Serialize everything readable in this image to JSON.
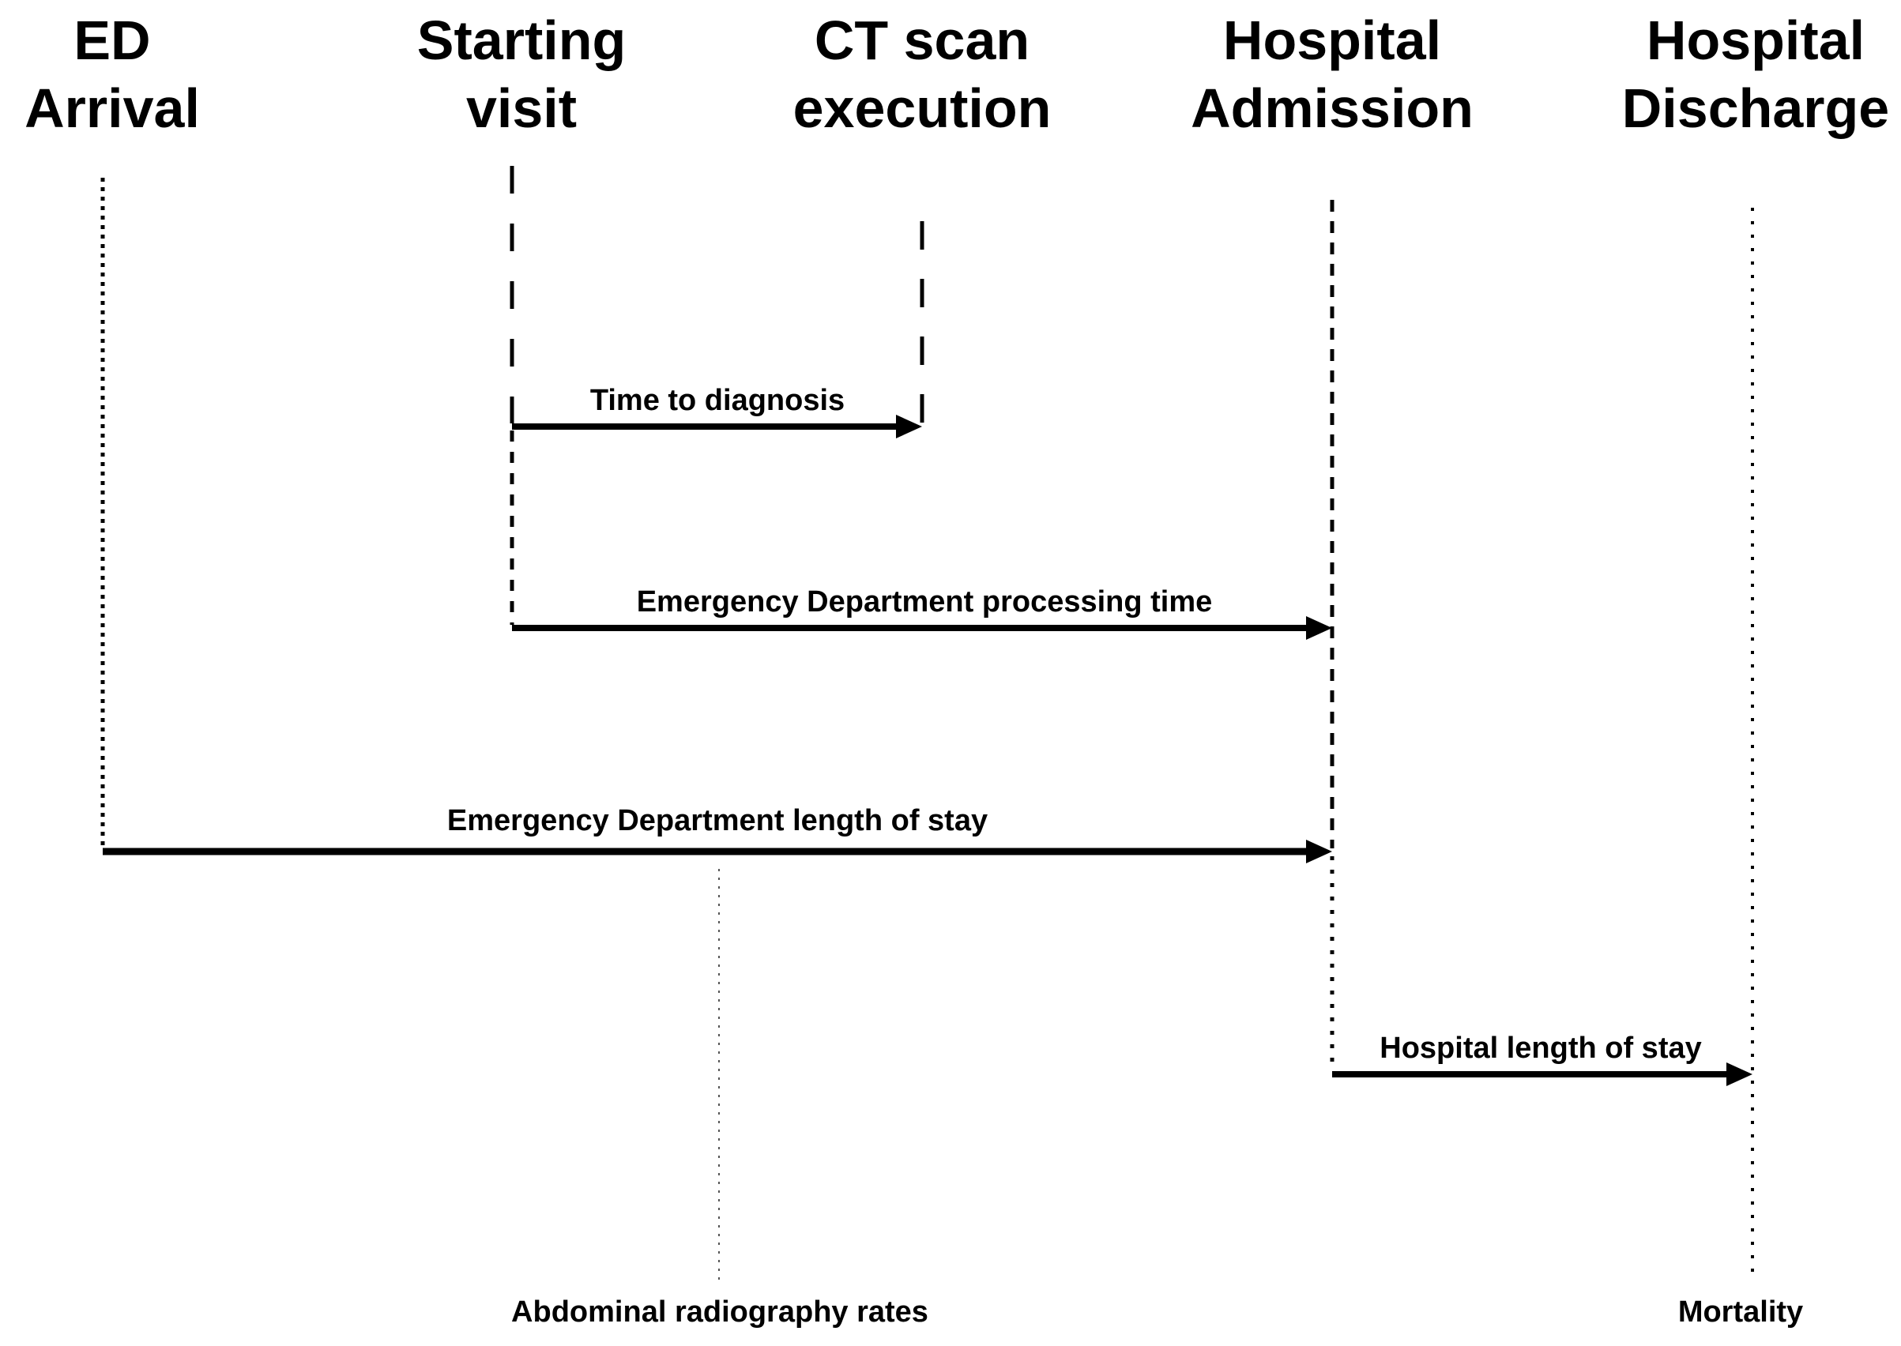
{
  "diagram": {
    "colors": {
      "ink": "#000000",
      "background": "#ffffff",
      "outcome_marker_line": "#555555"
    },
    "events": [
      {
        "id": "ed-arrival",
        "line1": "ED",
        "line2": "Arrival"
      },
      {
        "id": "starting-visit",
        "line1": "Starting",
        "line2": "visit"
      },
      {
        "id": "ct-scan-execution",
        "line1": "CT scan",
        "line2": "execution"
      },
      {
        "id": "hospital-admission",
        "line1": "Hospital",
        "line2": "Admission"
      },
      {
        "id": "hospital-discharge",
        "line1": "Hospital",
        "line2": "Discharge"
      }
    ],
    "intervals": [
      {
        "label": "Time to diagnosis",
        "from": "starting-visit",
        "to": "ct-scan-execution"
      },
      {
        "label": "Emergency Department processing time",
        "from": "starting-visit",
        "to": "hospital-admission"
      },
      {
        "label": "Emergency Department length of stay",
        "from": "ed-arrival",
        "to": "hospital-admission"
      },
      {
        "label": "Hospital length of stay",
        "from": "hospital-admission",
        "to": "hospital-discharge"
      }
    ],
    "outcomes": [
      {
        "label": "Abdominal radiography rates",
        "anchor": "between starting-visit and ct-scan-execution"
      },
      {
        "label": "Mortality",
        "anchor": "hospital-discharge"
      }
    ]
  }
}
